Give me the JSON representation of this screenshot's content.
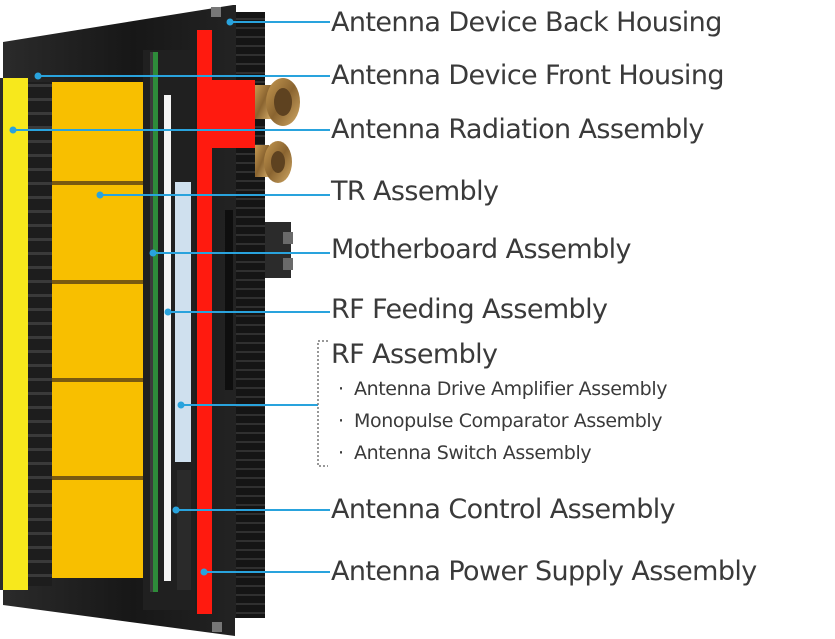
{
  "colors": {
    "leader_line": "#29a3dd",
    "radiation_panel": "#f7e81c",
    "tr_modules": "#f8bf00",
    "power_strip": "#ff1a0f",
    "rf_board": "#cfe0ee",
    "housing": "#1e1e1e"
  },
  "labels": [
    "Antenna Device Back Housing",
    "Antenna Device Front Housing",
    "Antenna Radiation Assembly",
    "TR Assembly",
    "Motherboard Assembly",
    "RF Feeding Assembly",
    "RF Assembly",
    "Antenna Control Assembly",
    "Antenna Power Supply Assembly"
  ],
  "rf_assembly_items": [
    "Antenna Drive Amplifier Assembly",
    "Monopulse Comparator Assembly",
    "Antenna Switch Assembly"
  ],
  "sub_bullet": "·"
}
